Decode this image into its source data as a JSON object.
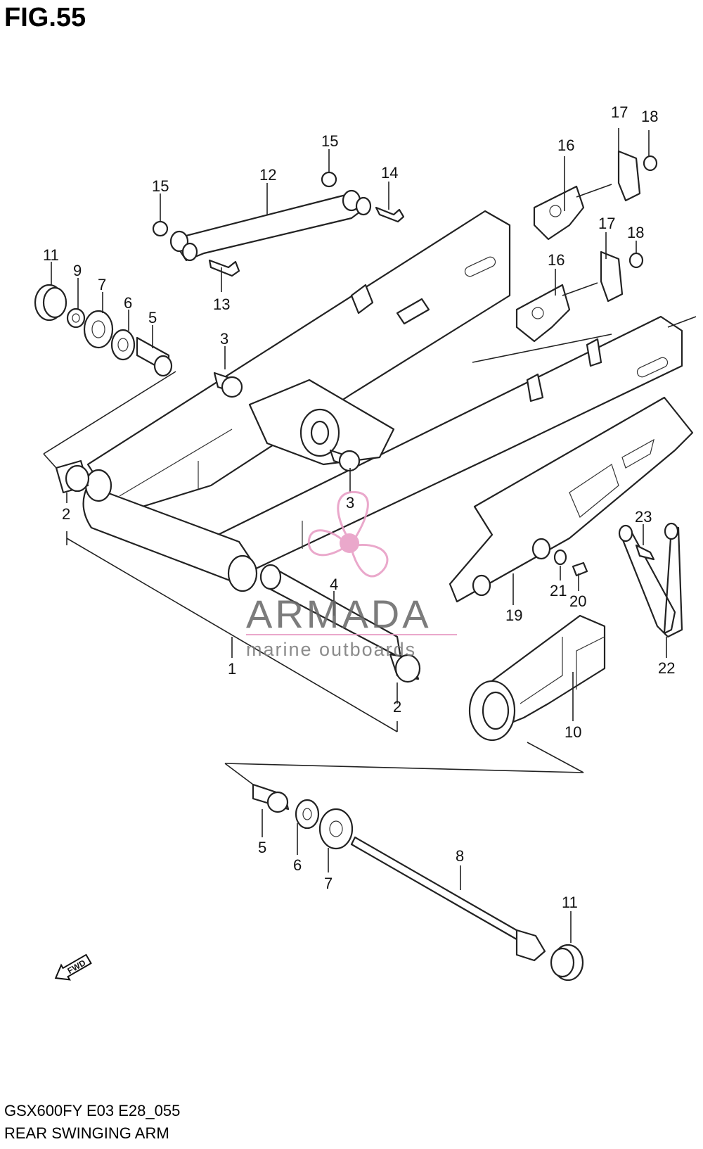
{
  "figure": {
    "title": "FIG.55"
  },
  "footer": {
    "code": "GSX600FY E03 E28_055",
    "title": "REAR SWINGING ARM"
  },
  "watermark": {
    "brand": "ARMADA",
    "tagline": "marine outboards",
    "accent": "#e79ac3",
    "text_color": "#666666"
  },
  "fwd_marker": {
    "text": "FWD"
  },
  "callouts": {
    "c1": "1",
    "c2a": "2",
    "c2b": "2",
    "c3a": "3",
    "c3b": "3",
    "c4": "4",
    "c5a": "5",
    "c5b": "5",
    "c6a": "6",
    "c6b": "6",
    "c7a": "7",
    "c7b": "7",
    "c8": "8",
    "c9": "9",
    "c10": "10",
    "c11a": "11",
    "c11b": "11",
    "c12": "12",
    "c13": "13",
    "c14": "14",
    "c15a": "15",
    "c15b": "15",
    "c16a": "16",
    "c16b": "16",
    "c17a": "17",
    "c17b": "17",
    "c18a": "18",
    "c18b": "18",
    "c19": "19",
    "c20": "20",
    "c21": "21",
    "c22": "22",
    "c23": "23"
  }
}
